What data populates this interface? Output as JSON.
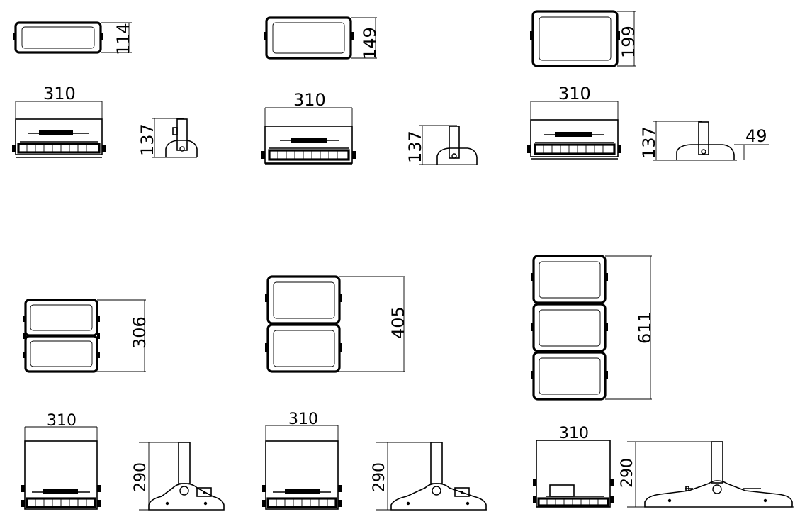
{
  "dimensions": {
    "small_height": "114",
    "medium_height": "149",
    "large_height": "199",
    "width_1": "310",
    "width_2": "310",
    "width_3": "310",
    "depth_1": "137",
    "depth_2": "137",
    "depth_3": "137",
    "offset_3": "49",
    "double_height": "306",
    "double_large_height": "405",
    "triple_height": "611",
    "width_4": "310",
    "width_5": "310",
    "width_6": "310",
    "bracket_height_4": "290",
    "bracket_height_5": "290",
    "bracket_height_6": "290"
  }
}
